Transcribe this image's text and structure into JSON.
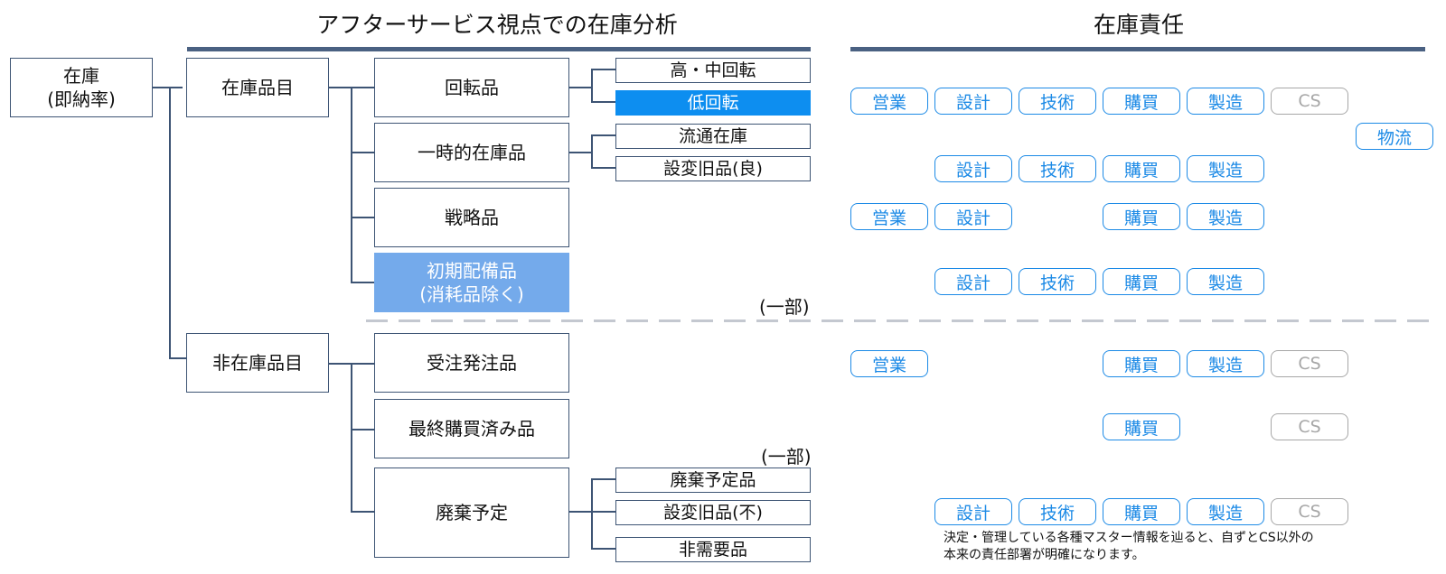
{
  "titles": {
    "left": "アフターサービス視点での在庫分析",
    "right": "在庫責任"
  },
  "root": {
    "line1": "在庫",
    "line2": "(即納率)"
  },
  "categories": {
    "stock": "在庫品目",
    "nonstock": "非在庫品目"
  },
  "items": {
    "rotation": "回転品",
    "temporary": "一時的在庫品",
    "strategic": "戦略品",
    "initial_line1": "初期配備品",
    "initial_line2": "(消耗品除く)",
    "order": "受注発注品",
    "final_purchase": "最終購買済み品",
    "disposal": "廃棄予定"
  },
  "subitems": {
    "high_mid": "高・中回転",
    "low": "低回転",
    "distribution": "流通在庫",
    "old_good": "設変旧品(良)",
    "disposal_planned": "廃棄予定品",
    "old_bad": "設変旧品(不)",
    "non_demand": "非需要品"
  },
  "notes": {
    "partial_upper": "(一部)",
    "partial_lower": "(一部)"
  },
  "departments": {
    "sales": "営業",
    "design": "設計",
    "tech": "技術",
    "purchase": "購買",
    "manufacturing": "製造",
    "cs": "CS",
    "logistics": "物流"
  },
  "footnote": {
    "line1": "決定・管理している各種マスター情報を辿ると、自ずとCS以外の",
    "line2": "本来の責任部署が明確になります。"
  },
  "colors": {
    "node_border": "#3d5474",
    "highlight_strong": "#0d8ef0",
    "highlight_light": "#74aaeb",
    "pill_blue": "#1c8ae6",
    "pill_gray": "#a7a7a7",
    "title_bar": "#4a6182"
  }
}
